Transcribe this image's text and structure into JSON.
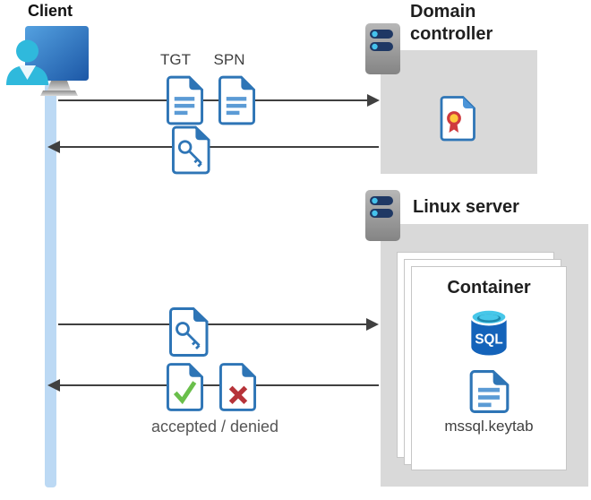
{
  "client": {
    "label": "Client"
  },
  "flow_top": {
    "tgt": "TGT",
    "spn": "SPN"
  },
  "domain_controller": {
    "label": "Domain controller"
  },
  "linux_server": {
    "label": "Linux server"
  },
  "container": {
    "label": "Container",
    "sql_badge": "SQL",
    "keytab": "mssql.keytab"
  },
  "captions": {
    "accepted_denied": "accepted / denied"
  },
  "icons": [
    "client-icon",
    "server-icon",
    "tgt-document-icon",
    "spn-document-icon",
    "ticket-key-document-icon",
    "certificate-icon",
    "sql-database-icon",
    "keytab-file-icon",
    "accepted-check-document-icon",
    "denied-x-document-icon"
  ],
  "colors": {
    "doc_border_blue": "#2e75b6",
    "doc_line_blue": "#5b9bd5",
    "box_gray": "#d9d9d9",
    "arrow_gray": "#404040",
    "lifeline_blue": "#bcd9f4",
    "person_cyan": "#2fb9dc",
    "server_pill_navy": "#1f3864",
    "accepted_green": "#6abf4b",
    "denied_red": "#b63339",
    "ribbon_red": "#cf3a3e",
    "ribbon_yellow": "#ffc83d",
    "sql_body_blue": "#1463ba",
    "sql_top_cyan": "#47c7e9"
  }
}
